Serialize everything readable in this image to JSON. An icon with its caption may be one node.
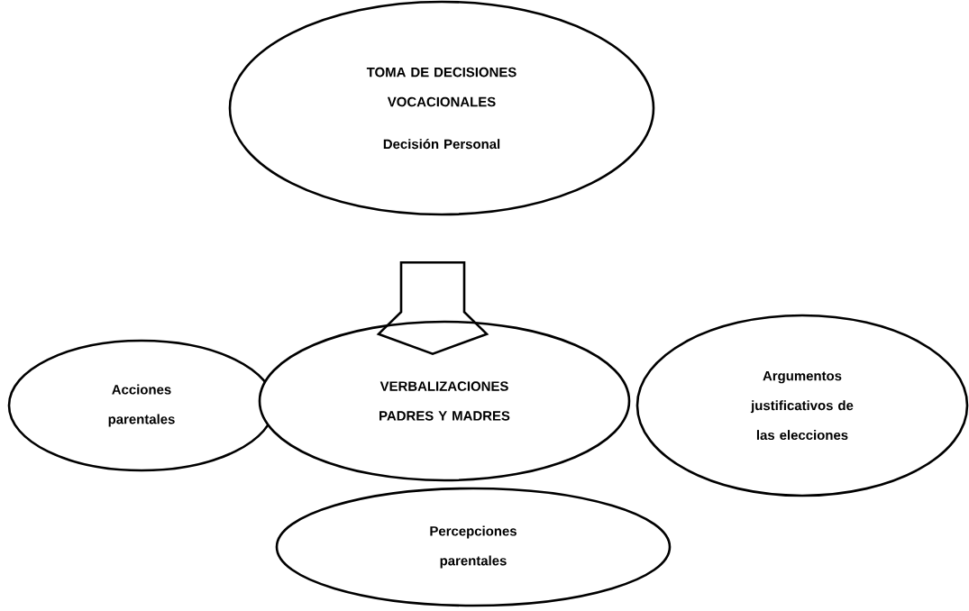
{
  "diagram": {
    "nodes": [
      {
        "text": [
          "TOMA DE DECISIONES VOCACIONALES",
          "Decisión Personal"
        ]
      },
      {
        "text": [
          "Acciones parentales"
        ]
      },
      {
        "text": [
          "VERBALIZACIONES PADRES Y MADRES"
        ]
      },
      {
        "text": [
          "Argumentos justificativos de las elecciones"
        ]
      },
      {
        "text": [
          "Percepciones parentales"
        ]
      }
    ],
    "edges": [
      {
        "from": 0,
        "to": 2,
        "arrow": "to"
      }
    ]
  }
}
